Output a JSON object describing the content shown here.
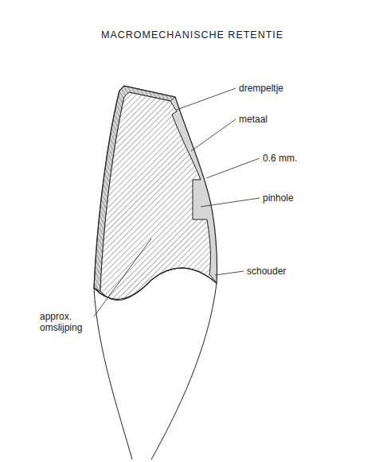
{
  "diagram": {
    "title": "MACROMECHANISCHE RETENTIE",
    "labels": [
      "drempeltje",
      "metaal",
      "0.6 mm.",
      "pinhole",
      "approx. omslijping",
      "schouder"
    ]
  }
}
